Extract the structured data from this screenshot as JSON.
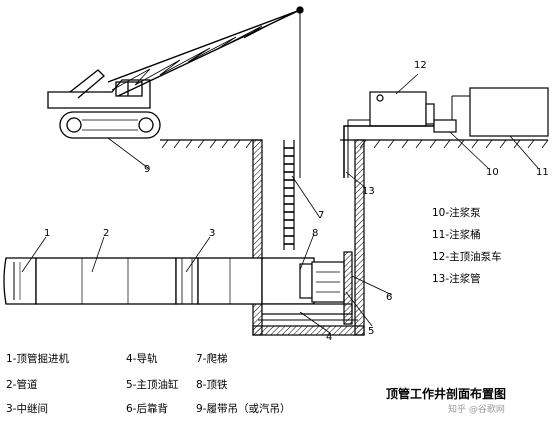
{
  "diagram": {
    "title": "顶管工作井剖面布置图",
    "callouts": [
      "1",
      "2",
      "3",
      "4",
      "5",
      "6",
      "7",
      "8",
      "9",
      "10",
      "11",
      "12",
      "13"
    ],
    "legend_left": [
      "1-顶管掘进机",
      "2-管道",
      "3-中继间",
      "4-导轨",
      "5-主顶油缸",
      "6-后靠背",
      "7-爬梯",
      "8-顶铁",
      "9-履带吊（或汽吊）"
    ],
    "legend_right": [
      "10-注浆泵",
      "11-注浆桶",
      "12-主顶油泵车",
      "13-注浆管"
    ],
    "watermark": "知乎 @谷歌网"
  }
}
